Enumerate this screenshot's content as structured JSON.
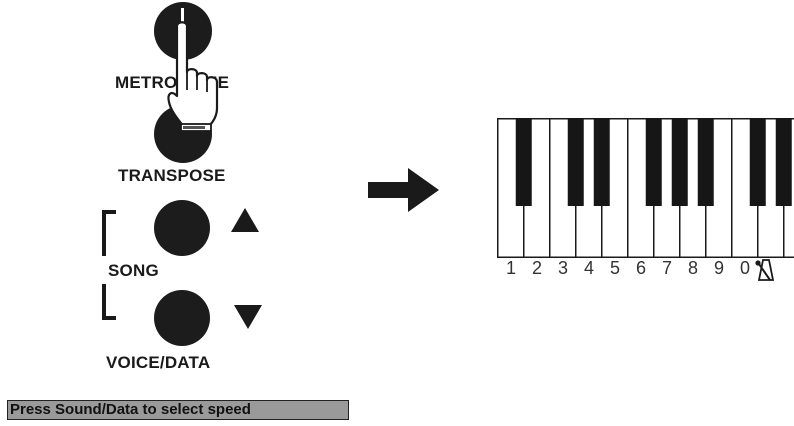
{
  "labels": {
    "metronome": "METRONOME",
    "transpose": "TRANSPOSE",
    "song": "SONG",
    "voice_data": "VOICE/DATA"
  },
  "icons": {
    "up": "triangle-up-icon",
    "down": "triangle-down-icon",
    "arrow": "arrow-right-icon",
    "hand": "pointing-hand-icon",
    "metronome": "metronome-icon"
  },
  "keyboard": {
    "numbers": [
      "1",
      "2",
      "3",
      "4",
      "5",
      "6",
      "7",
      "8",
      "9",
      "0"
    ]
  },
  "status": "Press Sound/Data to select speed"
}
